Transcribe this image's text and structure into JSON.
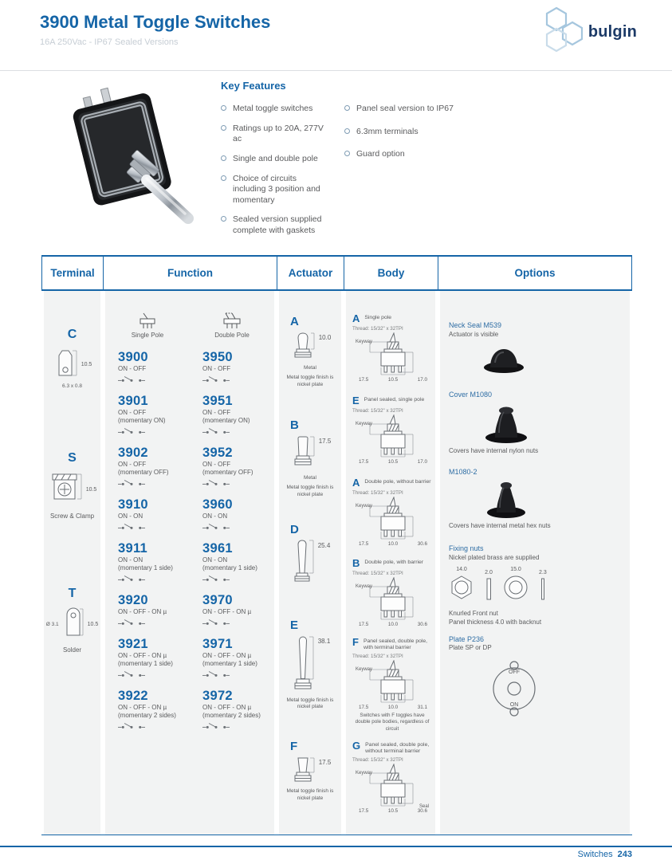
{
  "colors": {
    "accent_blue": "#1565a7",
    "logo_navy": "#1c3a67",
    "logo_hex_blue": "#a5c6de",
    "subtitle_gray": "#c7ced5",
    "body_text": "#58595b",
    "column_band": "#f2f3f3"
  },
  "header": {
    "title": "3900 Metal Toggle Switches",
    "subtitle": "16A 250Vac - IP67 Sealed Versions",
    "brand": "bulgin"
  },
  "key_features": {
    "heading": "Key Features",
    "col1": [
      "Metal toggle switches",
      "Ratings up to 20A, 277V ac",
      "Single and double pole",
      "Choice of circuits including 3 position and momentary",
      "Sealed version supplied complete with gaskets"
    ],
    "col2": [
      "Panel seal version to IP67",
      "6.3mm terminals",
      "Guard option"
    ]
  },
  "table": {
    "headers": [
      "Terminal",
      "Function",
      "Actuator",
      "Body",
      "Options"
    ]
  },
  "terminal_col": {
    "items": [
      {
        "letter": "C",
        "dim": "10.5",
        "sub": "6.3 x 0.8",
        "label": ""
      },
      {
        "letter": "S",
        "dim": "10.5",
        "sub": "",
        "label": "Screw & Clamp"
      },
      {
        "letter": "T",
        "dim": "10.5",
        "sub": "Ø 3.1",
        "label": "Solder"
      }
    ]
  },
  "function_col": {
    "single_pole_label": "Single Pole",
    "double_pole_label": "Double Pole",
    "rows": [
      {
        "sp_part": "3900",
        "sp_desc1": "ON - OFF",
        "sp_desc2": "",
        "dp_part": "3950",
        "dp_desc1": "ON - OFF",
        "dp_desc2": ""
      },
      {
        "sp_part": "3901",
        "sp_desc1": "ON - OFF",
        "sp_desc2": "(momentary ON)",
        "dp_part": "3951",
        "dp_desc1": "ON - OFF",
        "dp_desc2": "(momentary ON)"
      },
      {
        "sp_part": "3902",
        "sp_desc1": "ON - OFF",
        "sp_desc2": "(momentary OFF)",
        "dp_part": "3952",
        "dp_desc1": "ON - OFF",
        "dp_desc2": "(momentary OFF)"
      },
      {
        "sp_part": "3910",
        "sp_desc1": "ON - ON",
        "sp_desc2": "",
        "dp_part": "3960",
        "dp_desc1": "ON - ON",
        "dp_desc2": ""
      },
      {
        "sp_part": "3911",
        "sp_desc1": "ON - ON",
        "sp_desc2": "(momentary 1 side)",
        "dp_part": "3961",
        "dp_desc1": "ON - ON",
        "dp_desc2": "(momentary 1 side)"
      },
      {
        "sp_part": "3920",
        "sp_desc1": "ON - OFF - ON µ",
        "sp_desc2": "",
        "dp_part": "3970",
        "dp_desc1": "ON - OFF - ON µ",
        "dp_desc2": ""
      },
      {
        "sp_part": "3921",
        "sp_desc1": "ON - OFF - ON µ",
        "sp_desc2": "(momentary 1 side)",
        "dp_part": "3971",
        "dp_desc1": "ON - OFF - ON µ",
        "dp_desc2": "(momentary 1 side)"
      },
      {
        "sp_part": "3922",
        "sp_desc1": "ON - OFF - ON µ",
        "sp_desc2": "(momentary 2 sides)",
        "dp_part": "3972",
        "dp_desc1": "ON - OFF - ON µ",
        "dp_desc2": "(momentary 2 sides)"
      }
    ]
  },
  "actuator_col": {
    "items": [
      {
        "letter": "A",
        "dim": "10.0",
        "material": "Metal",
        "finish": "Metal toggle finish is nickel plate"
      },
      {
        "letter": "B",
        "dim": "17.5",
        "material": "Metal",
        "finish": "Metal toggle finish is nickel plate"
      },
      {
        "letter": "D",
        "dim": "25.4",
        "material": "",
        "finish": ""
      },
      {
        "letter": "E",
        "dim": "38.1",
        "material": "",
        "finish": "Metal toggle finish is nickel plate"
      },
      {
        "letter": "F",
        "dim": "17.5",
        "material": "",
        "finish": "Metal toggle finish is nickel plate"
      }
    ]
  },
  "body_col": {
    "items": [
      {
        "letter": "A",
        "desc": "Single pole",
        "thread": "Thread: 15/32\" x 32TPI",
        "keyway": "Keyway",
        "dims": [
          "17.5",
          "10.5",
          "17.0"
        ],
        "note": "",
        "seal": ""
      },
      {
        "letter": "E",
        "desc": "Panel sealed, single pole",
        "thread": "Thread: 15/32\" x 32TPI",
        "keyway": "Keyway",
        "dims": [
          "17.5",
          "10.5",
          "17.0"
        ],
        "note": "",
        "seal": ""
      },
      {
        "letter": "A",
        "desc": "Double pole, without barrier",
        "thread": "Thread: 15/32\" x 32TPI",
        "keyway": "Keyway",
        "dims": [
          "17.5",
          "10.0",
          "30.6"
        ],
        "note": "",
        "seal": ""
      },
      {
        "letter": "B",
        "desc": "Double pole, with barrier",
        "thread": "Thread: 15/32\" x 32TPI",
        "keyway": "Keyway",
        "dims": [
          "17.5",
          "10.0",
          "30.6"
        ],
        "note": "",
        "seal": ""
      },
      {
        "letter": "F",
        "desc": "Panel sealed, double pole, with terminal barrier",
        "thread": "Thread: 15/32\" x 32TPI",
        "keyway": "Keyway",
        "dims": [
          "17.5",
          "10.0",
          "31.1"
        ],
        "note": "Switches with F toggles have double pole bodies, regardless of circuit",
        "seal": ""
      },
      {
        "letter": "G",
        "desc": "Panel sealed, double pole, without terminal barrier",
        "thread": "Thread: 15/32\" x 32TPI",
        "keyway": "Keyway",
        "dims": [
          "17.5",
          "10.5",
          "30.6"
        ],
        "note": "",
        "seal": "Seal"
      }
    ]
  },
  "options_col": {
    "neck_seal": {
      "title": "Neck Seal M539",
      "desc": "Actuator is visible"
    },
    "cover": {
      "title": "Cover M1080",
      "desc": "Covers have internal nylon nuts"
    },
    "cover2": {
      "title": "M1080-2",
      "desc": "Covers have internal metal hex nuts"
    },
    "fixing_nuts": {
      "title": "Fixing nuts",
      "desc": "Nickel plated brass are supplied",
      "dims": [
        "14.0",
        "2.0",
        "15.0",
        "2.3"
      ]
    },
    "knurled": {
      "line1": "Knurled Front nut",
      "line2": "Panel thickness 4.0 with backnut"
    },
    "plate": {
      "title": "Plate P236",
      "desc": "Plate SP or DP",
      "off_label": "OFF",
      "on_label": "ON"
    }
  },
  "footer": {
    "label": "Switches",
    "page": "243"
  }
}
